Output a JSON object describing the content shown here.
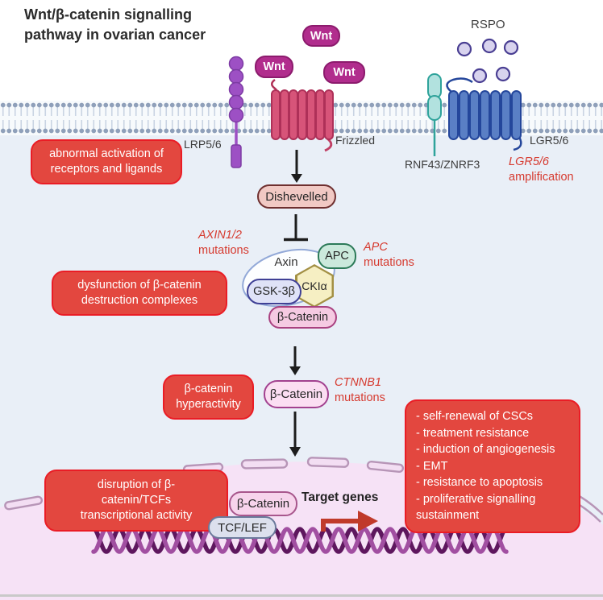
{
  "title": {
    "line1": "Wnt/β-catenin signalling",
    "line2": "pathway in ovarian cancer"
  },
  "ligands": {
    "wnt1": "Wnt",
    "wnt2": "Wnt",
    "wnt3": "Wnt",
    "rspo_label": "RSPO"
  },
  "receptors": {
    "lrp_label": "LRP5/6",
    "frizzled_label": "Frizzled",
    "rnf_label": "RNF43/ZNRF3",
    "lgr_label": "LGR5/6"
  },
  "nodes": {
    "dishevelled": "Dishevelled",
    "axin": "Axin",
    "apc": "APC",
    "cki": "CKIα",
    "gsk": "GSK-3β",
    "bcatenin_complex": "β-Catenin",
    "bcatenin_free": "β-Catenin",
    "bcatenin_nuclear": "β-Catenin",
    "tcf_lef": "TCF/LEF",
    "target_genes": "Target genes"
  },
  "mutations": {
    "lgr": {
      "gene": "LGR5/6",
      "label": "amplification"
    },
    "axin": {
      "gene": "AXIN1/2",
      "label": "mutations"
    },
    "apc": {
      "gene": "APC",
      "label": "mutations"
    },
    "ctnnb1": {
      "gene": "CTNNB1",
      "label": "mutations"
    }
  },
  "callouts": {
    "receptor_activation": "abnormal activation of receptors and ligands",
    "destruction_dysfunction": "dysfunction of β-catenin destruction complexes",
    "hyperactivity": "β-catenin hyperactivity",
    "transcription_disruption": "disruption of β-catenin/TCFs transcriptional activity",
    "outcomes": [
      "- self-renewal of CSCs",
      "- treatment resistance",
      "- induction of angiogenesis",
      "- EMT",
      "- resistance to apoptosis",
      "- proliferative signalling sustainment"
    ]
  },
  "colors": {
    "callout_fill": "#e3473f",
    "callout_border": "#ea1c25",
    "mutation_text": "#d63a2f",
    "wnt_fill": "#b12d8d",
    "membrane_head": "#8fa0ba",
    "cytoplasm": "#e9eff7",
    "nucleus": "#f6e2f6",
    "dna_dark": "#5e175e",
    "dna_light": "#a14fa1",
    "lrp_purple": "#9d50c4",
    "frizzled_pink": "#d75479",
    "rnf_teal": "#b2e2df",
    "lgr_blue": "#5a7fc5"
  }
}
